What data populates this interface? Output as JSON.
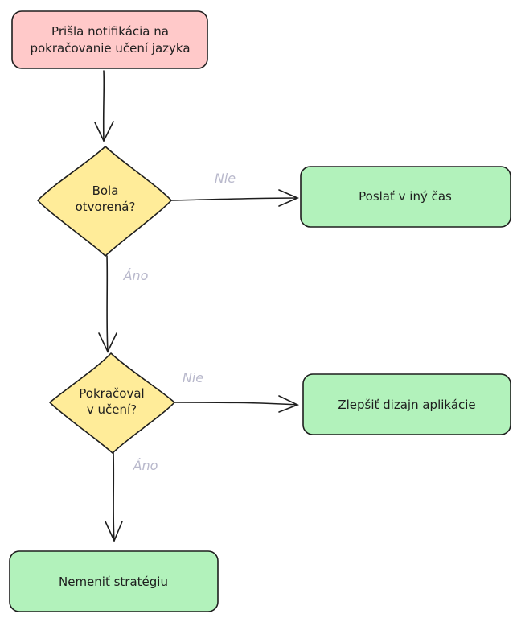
{
  "colors": {
    "start_fill": "#ffc9c9",
    "decision_fill": "#ffec99",
    "action_fill": "#b2f2bb",
    "stroke": "#1e1e1e",
    "edge_label": "#b9b9cc"
  },
  "nodes": {
    "start": {
      "line1": "Prišla notifikácia na",
      "line2": "pokračovanie učení jazyka"
    },
    "decision_opened": {
      "line1": "Bola",
      "line2": "otvorená?"
    },
    "action_resend": {
      "label": "Poslať v iný čas"
    },
    "decision_continued": {
      "line1": "Pokračoval",
      "line2": "v učení?"
    },
    "action_improve": {
      "label": "Zlepšiť dizajn aplikácie"
    },
    "action_keep": {
      "label": "Nemeniť stratégiu"
    }
  },
  "edges": {
    "opened_no": "Nie",
    "opened_yes": "Áno",
    "continued_no": "Nie",
    "continued_yes": "Áno"
  }
}
